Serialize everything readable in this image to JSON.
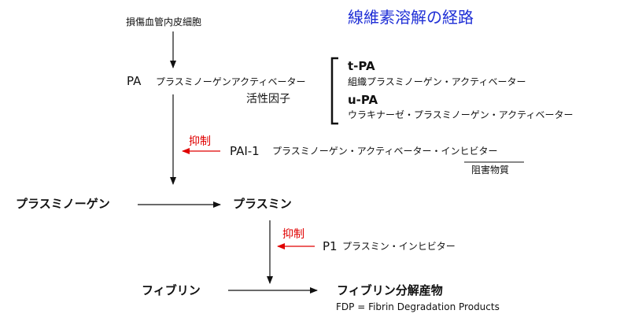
{
  "title": "線維素溶解の経路",
  "source": "損傷血管内皮細胞",
  "pa": {
    "symbol": "PA",
    "name": "プラスミノーゲンアクティベーター",
    "role": "活性因子"
  },
  "pa_types": [
    {
      "abbr": "t-PA",
      "name": "組織プラスミノーゲン・アクティベーター"
    },
    {
      "abbr": "u-PA",
      "name": "ウラキナーゼ・プラスミノーゲン・アクティベーター"
    }
  ],
  "pai": {
    "inhibit_label": "抑制",
    "symbol": "PAI-1",
    "name": "プラスミノーゲン・アクティベーター・インヒビター",
    "role": "阻害物質"
  },
  "plasminogen": "プラスミノーゲン",
  "plasmin": "プラスミン",
  "p1": {
    "inhibit_label": "抑制",
    "symbol": "P1",
    "name": "プラスミン・インヒビター"
  },
  "fibrin": "フィブリン",
  "fdp": {
    "label": "フィブリン分解産物",
    "full": "FDP = Fibrin Degradation Products"
  },
  "colors": {
    "title": "#1f2fd6",
    "inhibit": "#e00000",
    "line": "#111111"
  }
}
